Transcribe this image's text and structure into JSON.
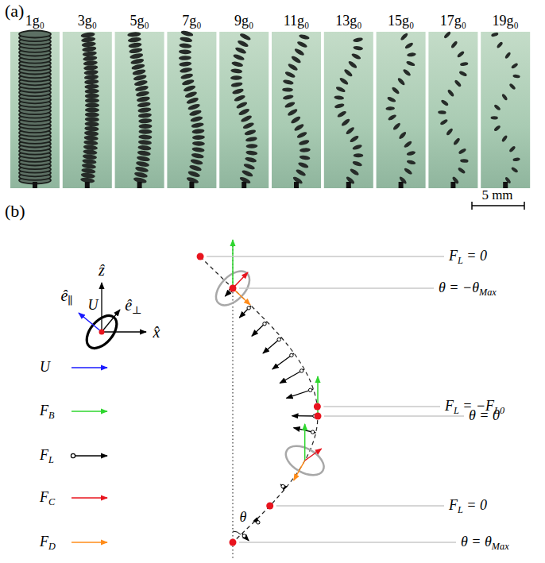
{
  "diagram": {
    "labels": [
      "(a)",
      "1g₀",
      "3g₀",
      "5g₀",
      "7g₀",
      "9g₀",
      "11g₀",
      "13g₀",
      "15g₀",
      "17g₀",
      "19g₀",
      "5 mm",
      "(b)",
      "ẑ",
      "ê∥",
      "U",
      "ê⊥",
      "x̂",
      "FL = 0",
      "θ = −θMax",
      "FL = −FL0",
      "θ = 0",
      "FL = 0",
      "θ",
      "θ = θMax"
    ],
    "legend": [
      {
        "text": "U"
      },
      {
        "text": "FB"
      },
      {
        "text": "FL"
      },
      {
        "text": "FC"
      },
      {
        "text": "FD"
      }
    ]
  }
}
